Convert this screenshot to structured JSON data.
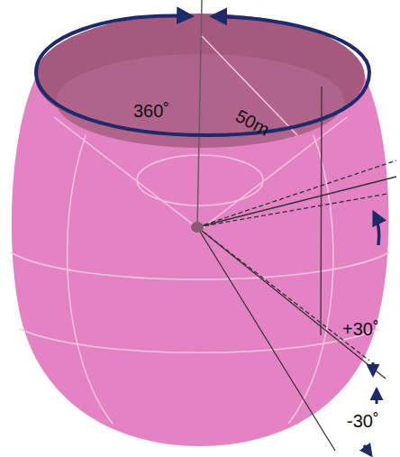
{
  "diagram": {
    "labels": [
      "50m",
      "360˚",
      "+30˚",
      "-30˚"
    ]
  }
}
